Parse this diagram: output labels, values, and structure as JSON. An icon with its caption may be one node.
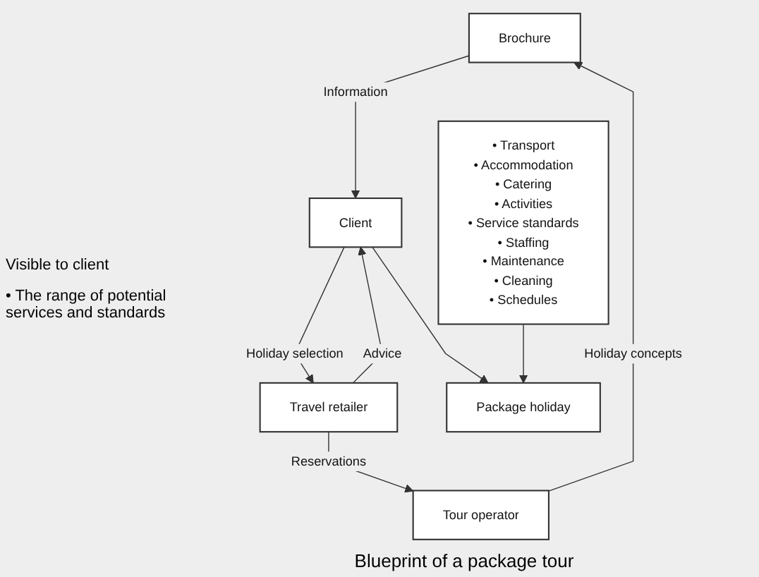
{
  "diagram": {
    "caption": "Blueprint of a package tour",
    "nodes": [
      {
        "text": [
          "Client"
        ]
      },
      {
        "text": [
          "Brochure"
        ]
      },
      {
        "text": [
          "Travel retailer"
        ]
      },
      {
        "text": [
          "Package holiday"
        ]
      },
      {
        "text": [
          "Tour operator"
        ]
      },
      {
        "text": [
          "• Transport",
          "• Accommodation",
          "• Catering",
          "• Activities",
          "• Service standards",
          "• Staffing",
          "• Maintenance",
          "• Cleaning",
          "• Schedules"
        ]
      }
    ],
    "edges": [
      {
        "from": 1,
        "to": 0,
        "arrow": "to",
        "label": "Information"
      },
      {
        "from": 2,
        "to": 0,
        "arrow": "to",
        "label": "Advice"
      },
      {
        "from": 0,
        "to": 2,
        "arrow": "to",
        "label": "Holiday selection"
      },
      {
        "from": 0,
        "to": 3,
        "arrow": "to"
      },
      {
        "from": 4,
        "to": 1,
        "arrow": "to",
        "label": "Holiday concepts"
      },
      {
        "from": 2,
        "to": 4,
        "arrow": "to",
        "label": "Reservations"
      },
      {
        "from": 5,
        "to": 3,
        "arrow": "to"
      }
    ],
    "labels": [
      "Visible to client",
      "• The range of potential services and standards"
    ]
  }
}
